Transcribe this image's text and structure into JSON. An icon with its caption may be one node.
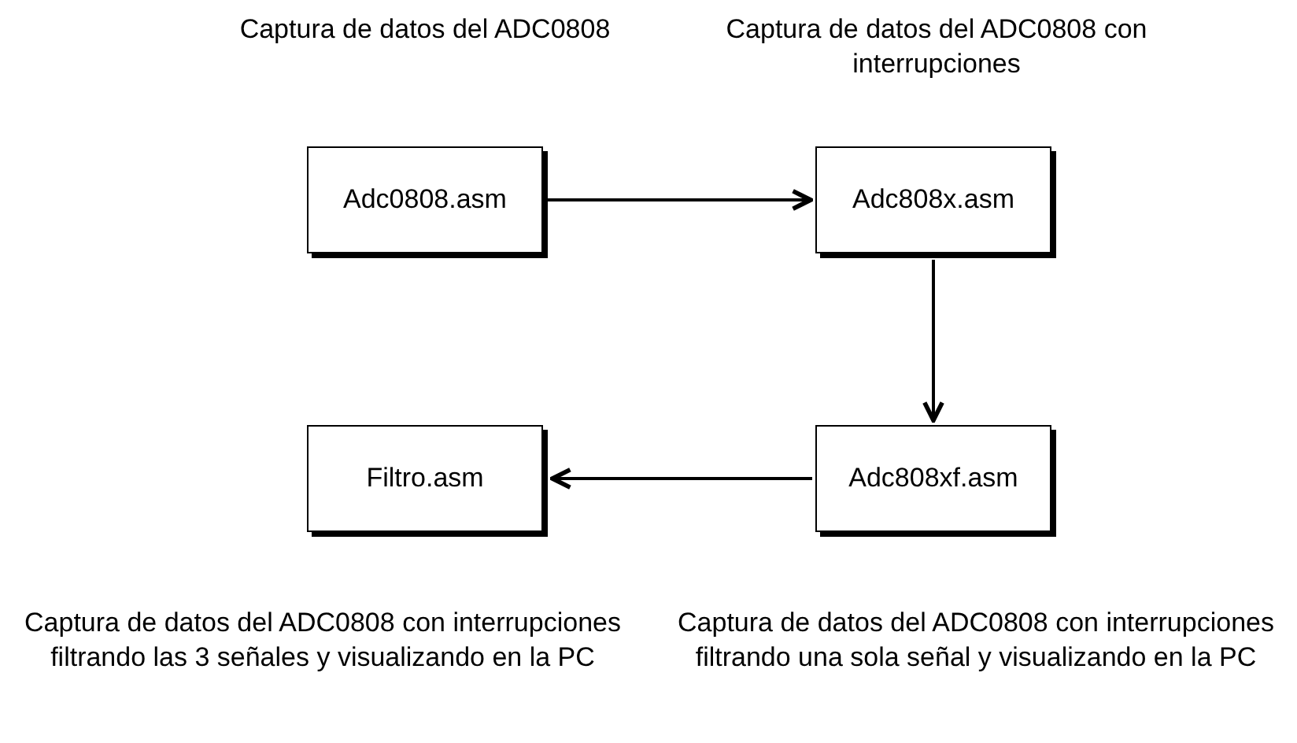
{
  "diagram": {
    "nodes": [
      {
        "text": [
          "Adc0808.asm"
        ],
        "beside": [
          "Captura de datos del ADC0808"
        ]
      },
      {
        "text": [
          "Adc808x.asm"
        ],
        "beside": [
          "Captura de datos del ADC0808 con interrupciones"
        ]
      },
      {
        "text": [
          "Adc808xf.asm"
        ],
        "beside": [
          "Captura de datos del ADC0808 con interrupciones filtrando una sola señal y visualizando en la PC"
        ]
      },
      {
        "text": [
          "Filtro.asm"
        ],
        "beside": [
          "Captura de datos del ADC0808 con interrupciones filtrando las 3 señales y visualizando en la PC"
        ]
      }
    ],
    "edges": [
      {
        "from": 0,
        "to": 1,
        "arrow": "to"
      },
      {
        "from": 1,
        "to": 2,
        "arrow": "to"
      },
      {
        "from": 2,
        "to": 3,
        "arrow": "to"
      }
    ]
  }
}
